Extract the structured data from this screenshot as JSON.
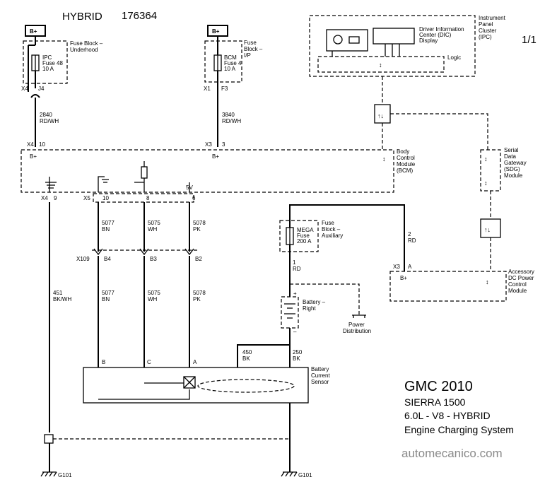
{
  "header": {
    "hybrid": "HYBRID",
    "number": "176364",
    "page": "1/1"
  },
  "info": {
    "make": "GMC 2010",
    "model": "SIERRA 1500",
    "engine": "6.0L -    V8 - HYBRID",
    "system": "Engine Charging System",
    "brand": "automecanico.com"
  },
  "power": {
    "bplus_left": "B+",
    "bplus_right": "B+"
  },
  "fuse_ipc": {
    "block_line1": "Fuse Block –",
    "block_line2": "Underhood",
    "label_line1": "IPC",
    "label_line2": "Fuse 48",
    "label_line3": "10 A",
    "conn": "X4",
    "pin": "J4",
    "wire_num": "2840",
    "wire_color": "RD/WH"
  },
  "fuse_bcm": {
    "block_line1": "Fuse",
    "block_line2": "Block –",
    "block_line3": "I/P",
    "label_line1": "BCM",
    "label_line2": "Fuse 4",
    "label_line3": "10 A",
    "conn": "X1",
    "pin": "F3",
    "wire_num": "3840",
    "wire_color": "RD/WH"
  },
  "bcm": {
    "name_line1": "Body",
    "name_line2": "Control",
    "name_line3": "Module",
    "name_line4": "(BCM)",
    "conn_x4": "X4",
    "pin_10": "10",
    "conn_x3": "X3",
    "pin_3": "3",
    "bplus1": "B+",
    "bplus2": "B+",
    "conn_x4b": "X4",
    "pin_9": "9",
    "conn_x5": "X5",
    "pin_x5_10": "10",
    "pin_8": "8",
    "pin_6": "6",
    "v5": "5V"
  },
  "ipc": {
    "name_line1": "Instrument",
    "name_line2": "Panel",
    "name_line3": "Cluster",
    "name_line4": "(IPC)",
    "dic_line1": "Driver Information",
    "dic_line2": "Center (DIC)",
    "dic_line3": "Display",
    "logic": "Logic"
  },
  "sdg": {
    "name_line1": "Serial",
    "name_line2": "Data",
    "name_line3": "Gateway",
    "name_line4": "(SDG)",
    "name_line5": "Module"
  },
  "mega_fuse": {
    "block_line1": "Fuse",
    "block_line2": "Block –",
    "block_line3": "Auxiliary",
    "label_line1": "MEGA",
    "label_line2": "Fuse",
    "label_line3": "200 A",
    "wire_num": "1",
    "wire_color": "RD",
    "wire2_num": "2",
    "wire2_color": "RD"
  },
  "apm": {
    "name_line1": "Accessory",
    "name_line2": "DC Power",
    "name_line3": "Control",
    "name_line4": "Module",
    "conn": "X3",
    "pin": "A",
    "bplus": "B+"
  },
  "battery": {
    "label_line1": "Battery –",
    "label_line2": "Right",
    "plus": "+",
    "minus": "–"
  },
  "power_dist": {
    "line1": "Power",
    "line2": "Distribution"
  },
  "wires_upper": [
    {
      "num": "5077",
      "color": "BN"
    },
    {
      "num": "5075",
      "color": "WH"
    },
    {
      "num": "5078",
      "color": "PK"
    }
  ],
  "wires_lower": [
    {
      "num": "5077",
      "color": "BN"
    },
    {
      "num": "5075",
      "color": "WH"
    },
    {
      "num": "5078",
      "color": "PK"
    }
  ],
  "x109": {
    "conn": "X109",
    "b4": "B4",
    "b3": "B3",
    "b2": "B2"
  },
  "ground_wire": {
    "num": "451",
    "color": "BK/WH"
  },
  "batt_wires": {
    "w450_num": "450",
    "w450_color": "BK",
    "w250_num": "250",
    "w250_color": "BK"
  },
  "sensor": {
    "line1": "Battery",
    "line2": "Current",
    "line3": "Sensor",
    "pin_b": "B",
    "pin_c": "C",
    "pin_a": "A"
  },
  "grounds": {
    "left": "G101",
    "right": "G101"
  }
}
